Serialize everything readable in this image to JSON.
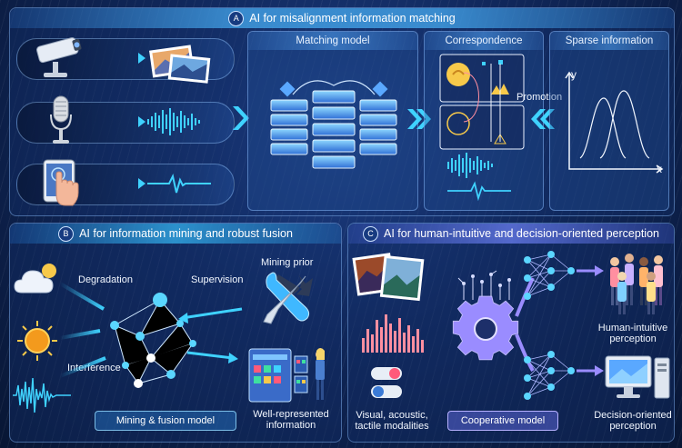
{
  "panel_a": {
    "letter": "A",
    "title": "AI for misalignment information matching",
    "matching_model": "Matching model",
    "correspondence": "Correspondence",
    "sparse_information": "Sparse information",
    "promotion": "Promotion",
    "axis_y": "y",
    "axis_x": "x"
  },
  "panel_b": {
    "letter": "B",
    "title": "AI for information mining and robust fusion",
    "degradation": "Degradation",
    "interference": "Interference",
    "supervision": "Supervision",
    "mining_prior": "Mining prior",
    "model_label": "Mining & fusion model",
    "output_line1": "Well-represented",
    "output_line2": "information"
  },
  "panel_c": {
    "letter": "C",
    "title": "AI for human-intuitive and decision-oriented perception",
    "modalities_line1": "Visual, acoustic,",
    "modalities_line2": "tactile modalities",
    "model_label": "Cooperative model",
    "human_line1": "Human-intuitive",
    "human_line2": "perception",
    "decision_line1": "Decision-oriented",
    "decision_line2": "perception"
  },
  "colors": {
    "cyan": "#3fd2ff",
    "violet": "#9a8cff",
    "yellow": "#f7c94a",
    "pink": "#ff8fa0"
  },
  "icons": [
    "camera-icon",
    "microphone-icon",
    "tablet-touch-icon",
    "cloud-icon",
    "sun-icon",
    "signal-wave-icon",
    "tools-icon",
    "gear-icon",
    "monitor-icon",
    "people-icon",
    "toggle-icon"
  ]
}
